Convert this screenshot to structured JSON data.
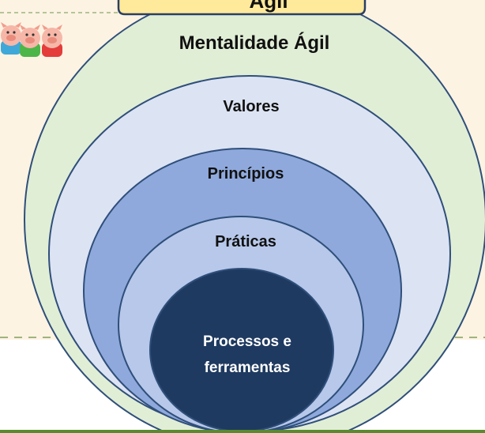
{
  "diagram": {
    "banner_text": "Ágil",
    "rings": [
      {
        "label": "Mentalidade Ágil",
        "fill": "#e1eed6",
        "stroke": "#2f4f7a",
        "text_color": "#111111"
      },
      {
        "label": "Valores",
        "fill": "#dce3f3",
        "stroke": "#2f4f7a",
        "text_color": "#111111"
      },
      {
        "label": "Princípios",
        "fill": "#8fa9dc",
        "stroke": "#2f4f7a",
        "text_color": "#111111"
      },
      {
        "label": "Práticas",
        "fill": "#b7c8ea",
        "stroke": "#2f4f7a",
        "text_color": "#111111"
      },
      {
        "label_lines": [
          "Processos e",
          "ferramentas"
        ],
        "fill": "#1f3a60",
        "stroke": "#2f4f7a",
        "text_color": "#ffffff"
      }
    ]
  },
  "colors": {
    "page_background": "#fdf3e3",
    "dashed_line": "#6b8f3c",
    "bottom_rule": "#5a8a2e",
    "banner_fill": "#ffe99a"
  },
  "decoration": {
    "icon": "pig-mascots-icon"
  }
}
